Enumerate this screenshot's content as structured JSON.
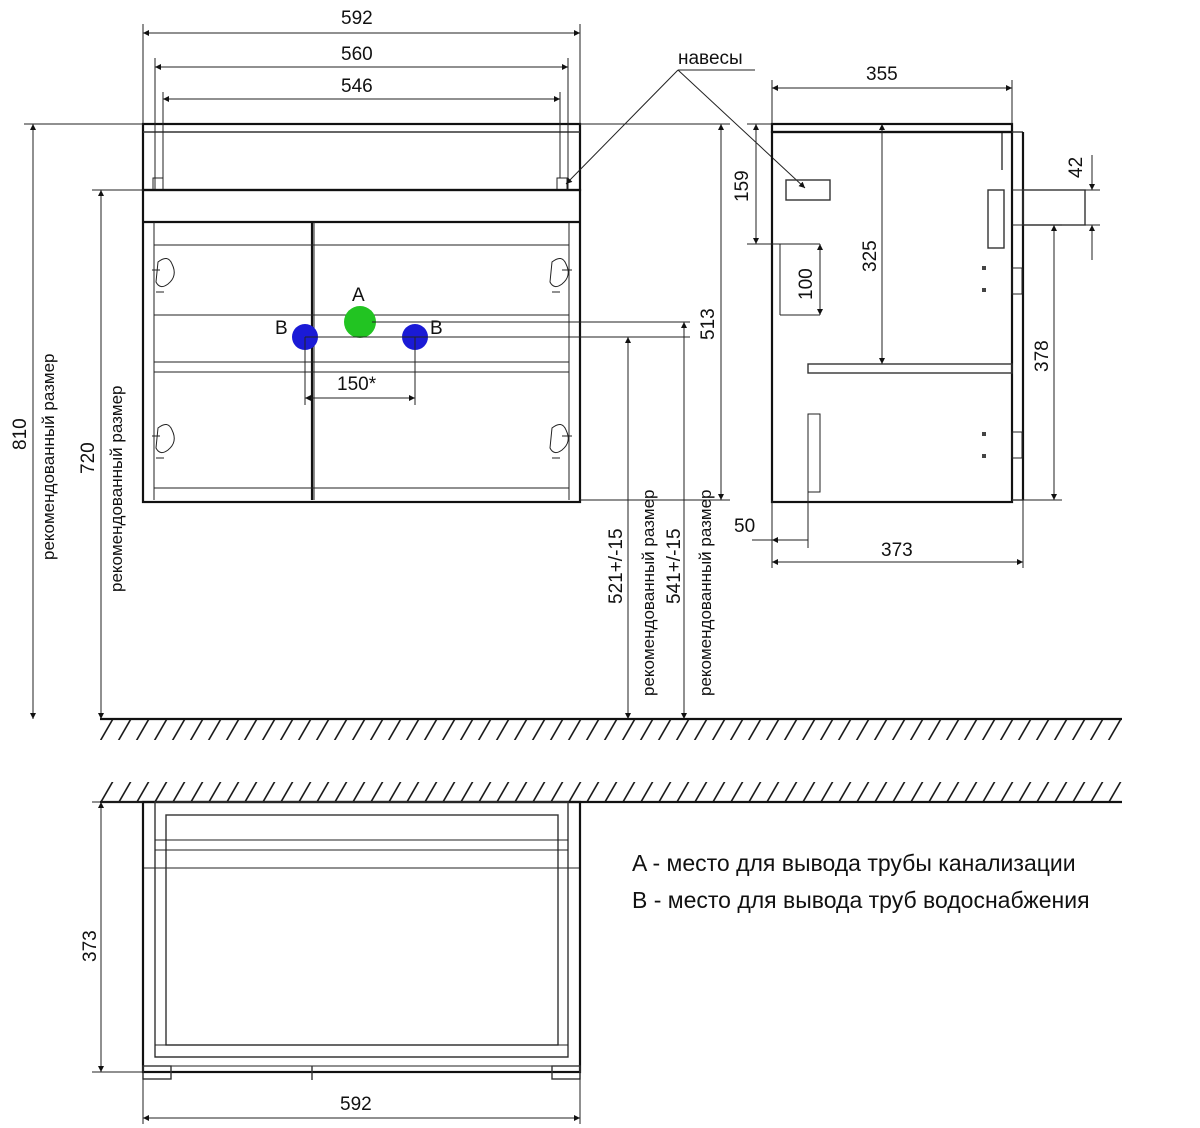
{
  "front": {
    "w592": "592",
    "w560": "560",
    "w546": "546",
    "h810": "810",
    "h810_note": "рекомендованный размер",
    "h720": "720",
    "h720_note": "рекомендованный размер",
    "h513": "513",
    "h521": "521+/-15",
    "h521_note": "рекомендованный размер",
    "h541": "541+/-15",
    "h541_note": "рекомендованный размер",
    "spacing": "150*",
    "label_a": "A",
    "label_b_left": "B",
    "label_b_right": "B",
    "hinges": "навесы"
  },
  "side": {
    "w355": "355",
    "h42": "42",
    "h159": "159",
    "h325": "325",
    "h100": "100",
    "h378": "378",
    "w50": "50",
    "w373": "373"
  },
  "top": {
    "d373": "373",
    "w592": "592"
  },
  "legend": {
    "a": "A - место для вывода трубы канализации",
    "b": "B - место для вывода труб водоснабжения"
  },
  "colors": {
    "point_a": "#22c422",
    "point_b": "#1a1ad6",
    "wall_dashed": "#4a4ad8"
  }
}
